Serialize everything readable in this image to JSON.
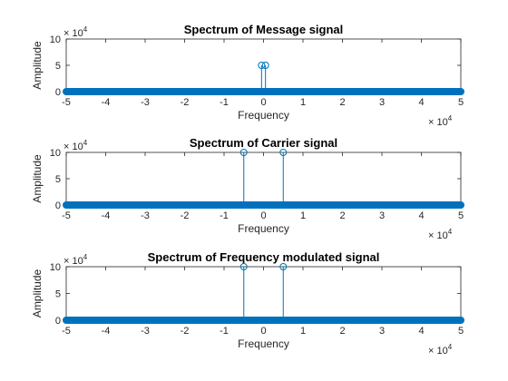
{
  "chart_data": [
    {
      "type": "stem",
      "title": "Spectrum of Message signal",
      "xlabel": "Frequency",
      "ylabel": "Amplitude",
      "xlim": [
        -5,
        5
      ],
      "ylim": [
        0,
        10
      ],
      "xticks": [
        "-5",
        "-4",
        "-3",
        "-2",
        "-1",
        "0",
        "1",
        "2",
        "3",
        "4",
        "5"
      ],
      "yticks": [
        "0",
        "5",
        "10"
      ],
      "x_exponent_base": "× 10",
      "x_exponent": "4",
      "y_exponent_base": "× 10",
      "y_exponent": "4",
      "baseline": 0,
      "peaks": [
        {
          "x": -0.05,
          "y": 5
        },
        {
          "x": 0.05,
          "y": 5
        }
      ]
    },
    {
      "type": "stem",
      "title": "Spectrum of Carrier signal",
      "xlabel": "Frequency",
      "ylabel": "Amplitude",
      "xlim": [
        -5,
        5
      ],
      "ylim": [
        0,
        10
      ],
      "xticks": [
        "-5",
        "-4",
        "-3",
        "-2",
        "-1",
        "0",
        "1",
        "2",
        "3",
        "4",
        "5"
      ],
      "yticks": [
        "0",
        "5",
        "10"
      ],
      "x_exponent_base": "× 10",
      "x_exponent": "4",
      "y_exponent_base": "× 10",
      "y_exponent": "4",
      "baseline": 0,
      "peaks": [
        {
          "x": -0.5,
          "y": 10
        },
        {
          "x": 0.5,
          "y": 10
        }
      ]
    },
    {
      "type": "stem",
      "title": "Spectrum of Frequency modulated signal",
      "xlabel": "Frequency",
      "ylabel": "Amplitude",
      "xlim": [
        -5,
        5
      ],
      "ylim": [
        0,
        10
      ],
      "xticks": [
        "-5",
        "-4",
        "-3",
        "-2",
        "-1",
        "0",
        "1",
        "2",
        "3",
        "4",
        "5"
      ],
      "yticks": [
        "0",
        "5",
        "10"
      ],
      "x_exponent_base": "× 10",
      "x_exponent": "4",
      "y_exponent_base": "× 10",
      "y_exponent": "4",
      "baseline": 0,
      "peaks": [
        {
          "x": -0.5,
          "y": 10
        },
        {
          "x": 0.5,
          "y": 10
        }
      ]
    }
  ],
  "colors": {
    "series": "#0072bd",
    "axis": "#262626"
  }
}
